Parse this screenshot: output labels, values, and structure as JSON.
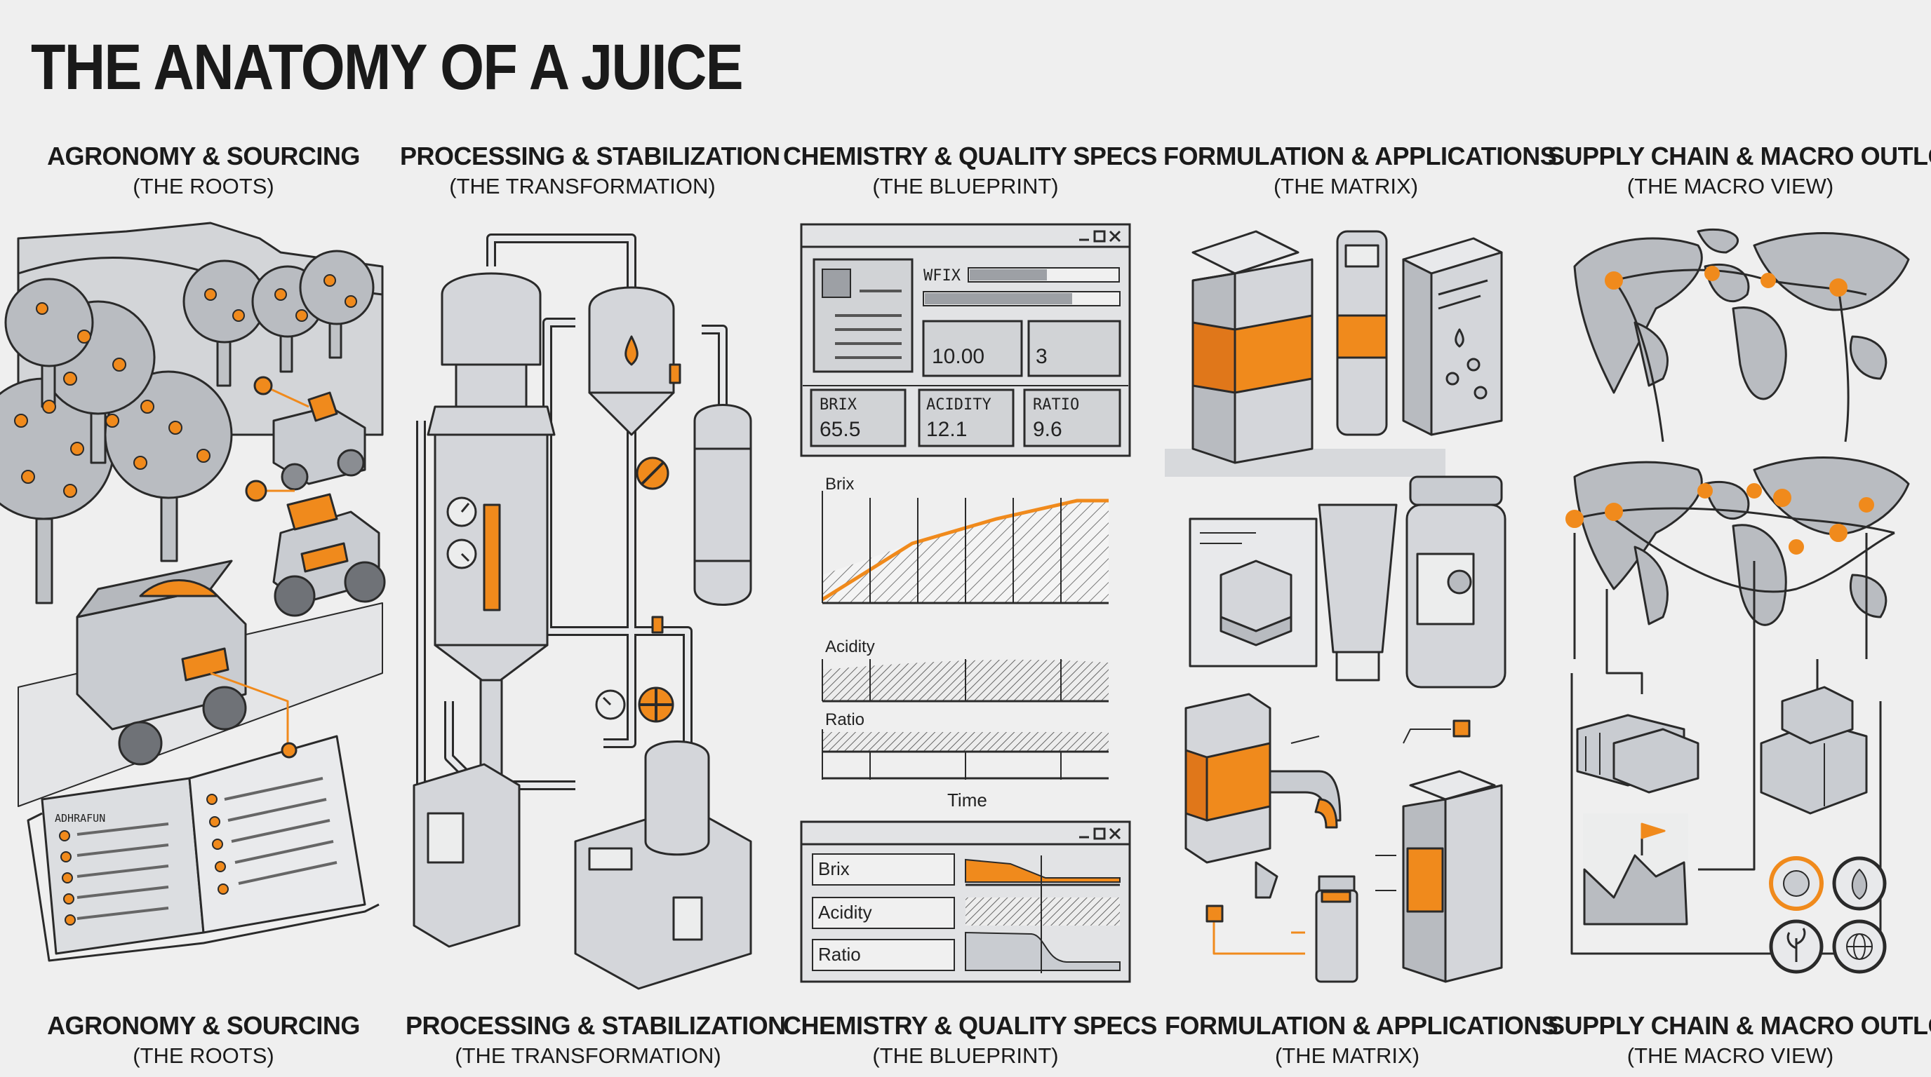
{
  "title": "THE ANATOMY OF A JUICE",
  "columns": [
    {
      "heading": "AGRONOMY & SOURCING",
      "subheading": "(THE ROOTS)"
    },
    {
      "heading": "PROCESSING & STABILIZATION",
      "subheading": "(THE TRANSFORMATION)"
    },
    {
      "heading": "CHEMISTRY & QUALITY SPECS",
      "subheading": "(THE BLUEPRINT)"
    },
    {
      "heading": "FORMULATION & APPLICATIONS",
      "subheading": "(THE MATRIX)"
    },
    {
      "heading": "SUPPLY CHAIN & MACRO OUTLOOK",
      "subheading": "(THE MACRO VIEW)"
    }
  ],
  "agronomy": {
    "book_label": "ADHRAFUN"
  },
  "quality_panel": {
    "field_label": "WFIX",
    "values": {
      "top_left": "10.00",
      "top_right": "3"
    },
    "metrics": [
      {
        "label": "BRIX",
        "value": "65.5"
      },
      {
        "label": "ACIDITY",
        "value": "12.1"
      },
      {
        "label": "RATIO",
        "value": "9.6"
      }
    ]
  },
  "charts": {
    "brix_label": "Brix",
    "acidity_label": "Acidity",
    "ratio_label": "Ratio",
    "xlabel": "Time"
  },
  "compare_panel": {
    "rows": [
      "Brix",
      "Acidity",
      "Ratio"
    ]
  },
  "colors": {
    "accent": "#f08a1c",
    "ink": "#2a2a2a",
    "fill": "#c9ccd1",
    "background": "#efefef"
  }
}
